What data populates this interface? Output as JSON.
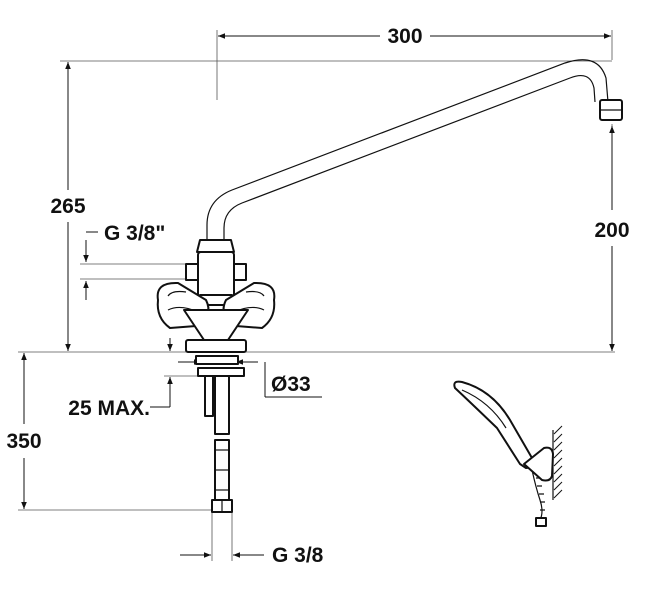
{
  "dimensions": {
    "spout_reach": "300",
    "overall_height": "265",
    "spout_height": "200",
    "inlet_thread": "G 3/8\"",
    "mount_thickness": "25 MAX.",
    "hole_diameter": "Ø33",
    "supply_length": "350",
    "supply_thread": "G 3/8"
  },
  "colors": {
    "line": "#111111",
    "background": "#ffffff"
  },
  "icons": [
    "mixer-tap",
    "hand-shower",
    "wall-bracket"
  ]
}
